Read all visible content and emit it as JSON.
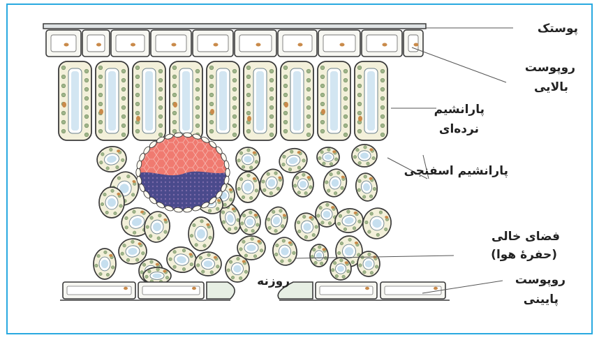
{
  "labels": {
    "cuticle": "پوستک",
    "upper_epidermis_1": "روپوست",
    "upper_epidermis_2": "بالایی",
    "palisade_1": "پارانشیم",
    "palisade_2": "نرده‌ای",
    "spongy": "پارانشیم اسفنجی",
    "air_space_1": "فضای خالی",
    "air_space_2": "(حفرهٔ هوا)",
    "stoma": "روزنه",
    "lower_epidermis_1": "روپوست",
    "lower_epidermis_2": "پایینی"
  },
  "colors": {
    "frame": "#29a9e0",
    "cell_fill": "#f3f0da",
    "cell_outline": "#3a3a3a",
    "chloroplast": "#9fb58a",
    "vacuole": "#aed2e8",
    "nucleus": "#c98a4a",
    "xylem": "#f07a70",
    "phloem": "#4a4a8c"
  }
}
